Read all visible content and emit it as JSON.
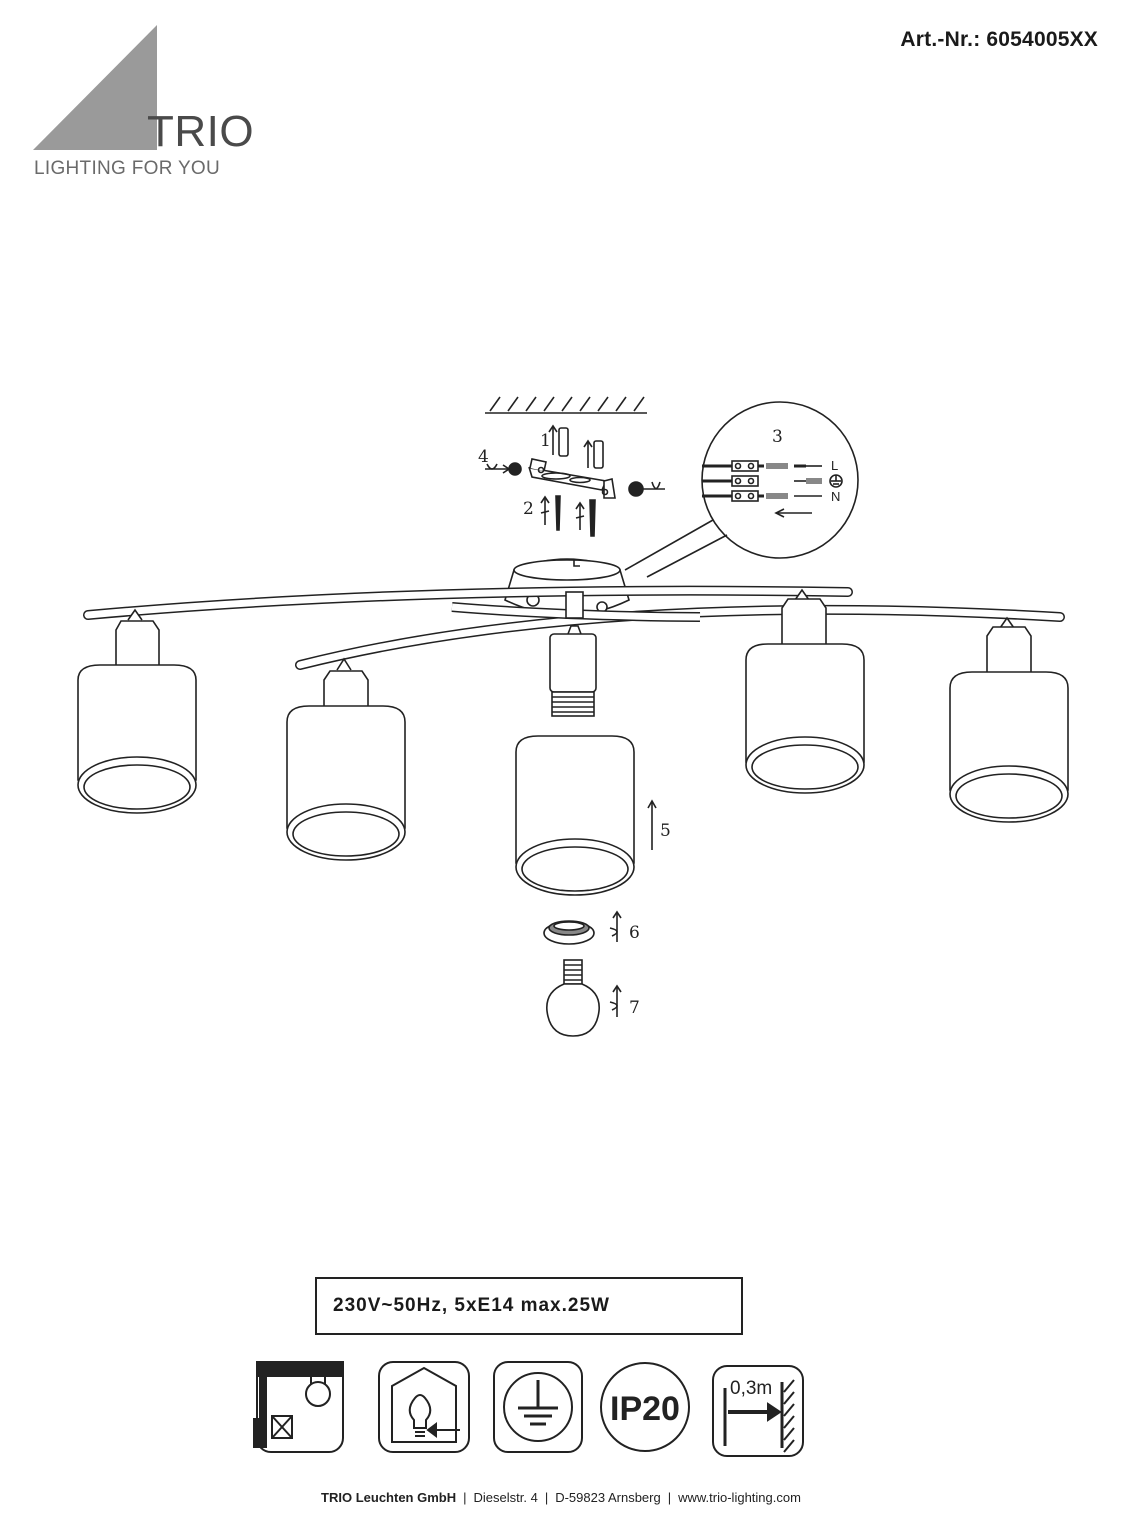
{
  "header": {
    "article_number": "Art.-Nr.: 6054005XX"
  },
  "logo": {
    "brand": "TRIO",
    "tagline": "LIGHTING FOR YOU",
    "color": "#9a9a9a"
  },
  "steps": [
    "1",
    "2",
    "3",
    "4",
    "5",
    "6",
    "7"
  ],
  "wiring": {
    "labels": [
      "L",
      "N"
    ],
    "earth_icon": "ground-icon"
  },
  "spec": {
    "text": "230V~50Hz, 5xE14  max.25W"
  },
  "icons": {
    "ip_rating": "IP20",
    "distance": "0,3m",
    "list": [
      "ceiling-mount-no-insulation-icon",
      "indoor-use-icon",
      "protective-earth-icon",
      "ip20-icon",
      "min-distance-icon"
    ]
  },
  "footer": {
    "company": "TRIO Leuchten GmbH",
    "street": "Dieselstr. 4",
    "city": "D-59823 Arnsberg",
    "website": "www.trio-lighting.com",
    "separator": "|"
  }
}
